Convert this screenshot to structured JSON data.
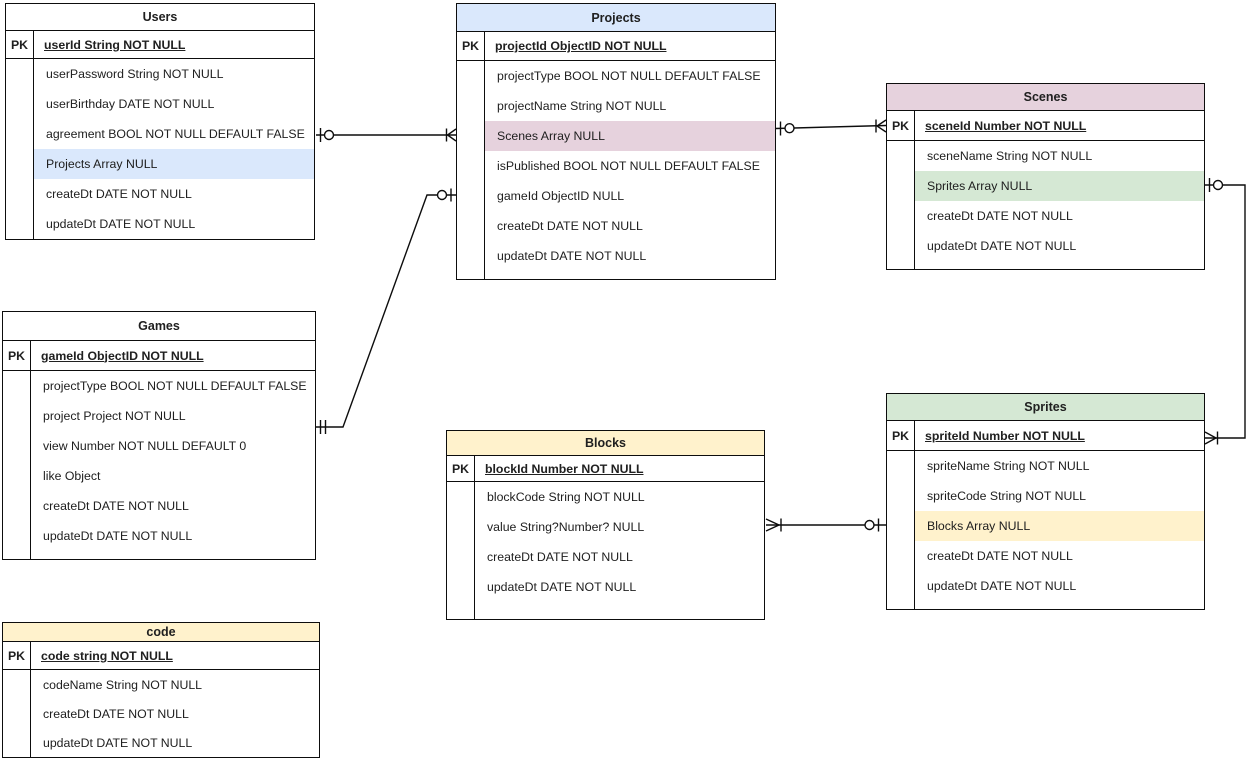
{
  "colors": {
    "blue": "#dae8fc",
    "pink": "#e6d2dd",
    "green": "#d5e8d4",
    "yellow": "#fff2cc",
    "table_background": "#ffffff",
    "border": "#0d0d0d"
  },
  "tables": [
    {
      "title": "Users",
      "header_fill": "#ffffff",
      "pk_label": "PK",
      "pk": "userId String NOT NULL",
      "rows": [
        {
          "label": "userPassword String NOT NULL",
          "highlight": null
        },
        {
          "label": "userBirthday DATE NOT NULL",
          "highlight": null
        },
        {
          "label": "agreement BOOL NOT NULL DEFAULT FALSE",
          "highlight": null
        },
        {
          "label": "Projects Array NULL",
          "highlight": "#dae8fc"
        },
        {
          "label": "createDt DATE NOT NULL",
          "highlight": null
        },
        {
          "label": "updateDt DATE NOT NULL",
          "highlight": null
        }
      ]
    },
    {
      "title": "Projects",
      "header_fill": "#dae8fc",
      "pk_label": "PK",
      "pk": "projectId ObjectID NOT NULL",
      "rows": [
        {
          "label": "projectType BOOL NOT NULL DEFAULT FALSE",
          "highlight": null
        },
        {
          "label": "projectName String NOT NULL",
          "highlight": null
        },
        {
          "label": "Scenes Array NULL",
          "highlight": "#e6d2dd"
        },
        {
          "label": "isPublished BOOL NOT NULL DEFAULT FALSE",
          "highlight": null
        },
        {
          "label": "gameId ObjectID NULL",
          "highlight": null
        },
        {
          "label": "createDt DATE NOT NULL",
          "highlight": null
        },
        {
          "label": "updateDt DATE NOT NULL",
          "highlight": null
        }
      ]
    },
    {
      "title": "Scenes",
      "header_fill": "#e6d2dd",
      "pk_label": "PK",
      "pk": "sceneId Number NOT NULL",
      "rows": [
        {
          "label": "sceneName String NOT NULL",
          "highlight": null
        },
        {
          "label": "Sprites Array NULL",
          "highlight": "#d5e8d4"
        },
        {
          "label": "createDt DATE NOT NULL",
          "highlight": null
        },
        {
          "label": "updateDt DATE NOT NULL",
          "highlight": null
        }
      ]
    },
    {
      "title": "Games",
      "header_fill": "#ffffff",
      "pk_label": "PK",
      "pk": "gameId ObjectID NOT NULL",
      "rows": [
        {
          "label": "projectType BOOL NOT NULL DEFAULT FALSE",
          "highlight": null
        },
        {
          "label": "project Project NOT NULL",
          "highlight": null
        },
        {
          "label": "view Number NOT NULL DEFAULT 0",
          "highlight": null
        },
        {
          "label": "like Object",
          "highlight": null
        },
        {
          "label": "createDt DATE NOT NULL",
          "highlight": null
        },
        {
          "label": "updateDt DATE NOT NULL",
          "highlight": null
        }
      ]
    },
    {
      "title": "Blocks",
      "header_fill": "#fff2cc",
      "pk_label": "PK",
      "pk": "blockId Number NOT NULL",
      "rows": [
        {
          "label": "blockCode String NOT NULL",
          "highlight": null
        },
        {
          "label": "value String?Number? NULL",
          "highlight": null
        },
        {
          "label": "createDt DATE NOT NULL",
          "highlight": null
        },
        {
          "label": "updateDt DATE NOT NULL",
          "highlight": null
        }
      ]
    },
    {
      "title": "Sprites",
      "header_fill": "#d5e8d4",
      "pk_label": "PK",
      "pk": "spriteId Number NOT NULL",
      "rows": [
        {
          "label": "spriteName String NOT NULL",
          "highlight": null
        },
        {
          "label": "spriteCode String NOT NULL",
          "highlight": null
        },
        {
          "label": "Blocks Array NULL",
          "highlight": "#fff2cc"
        },
        {
          "label": "createDt DATE NOT NULL",
          "highlight": null
        },
        {
          "label": "updateDt DATE NOT NULL",
          "highlight": null
        }
      ]
    },
    {
      "title": "code",
      "header_fill": "#fff2cc",
      "pk_label": "PK",
      "pk": "code string NOT NULL",
      "rows": [
        {
          "label": "codeName String NOT NULL",
          "highlight": null
        },
        {
          "label": "createDt DATE NOT NULL",
          "highlight": null
        },
        {
          "label": "updateDt DATE NOT NULL",
          "highlight": null
        }
      ]
    }
  ],
  "relationships": [
    {
      "from": "Users",
      "to": "Projects",
      "from_cardinality": "zero-or-one",
      "to_cardinality": "one-or-many"
    },
    {
      "from": "Games",
      "to": "Projects",
      "from_cardinality": "exactly-one",
      "to_cardinality": "zero-or-one"
    },
    {
      "from": "Projects",
      "to": "Scenes",
      "from_cardinality": "zero-or-one",
      "to_cardinality": "one-or-many"
    },
    {
      "from": "Scenes",
      "to": "Sprites",
      "from_cardinality": "zero-or-one",
      "to_cardinality": "one-or-many"
    },
    {
      "from": "Blocks",
      "to": "Sprites",
      "from_cardinality": "one-or-many",
      "to_cardinality": "zero-or-one"
    }
  ]
}
